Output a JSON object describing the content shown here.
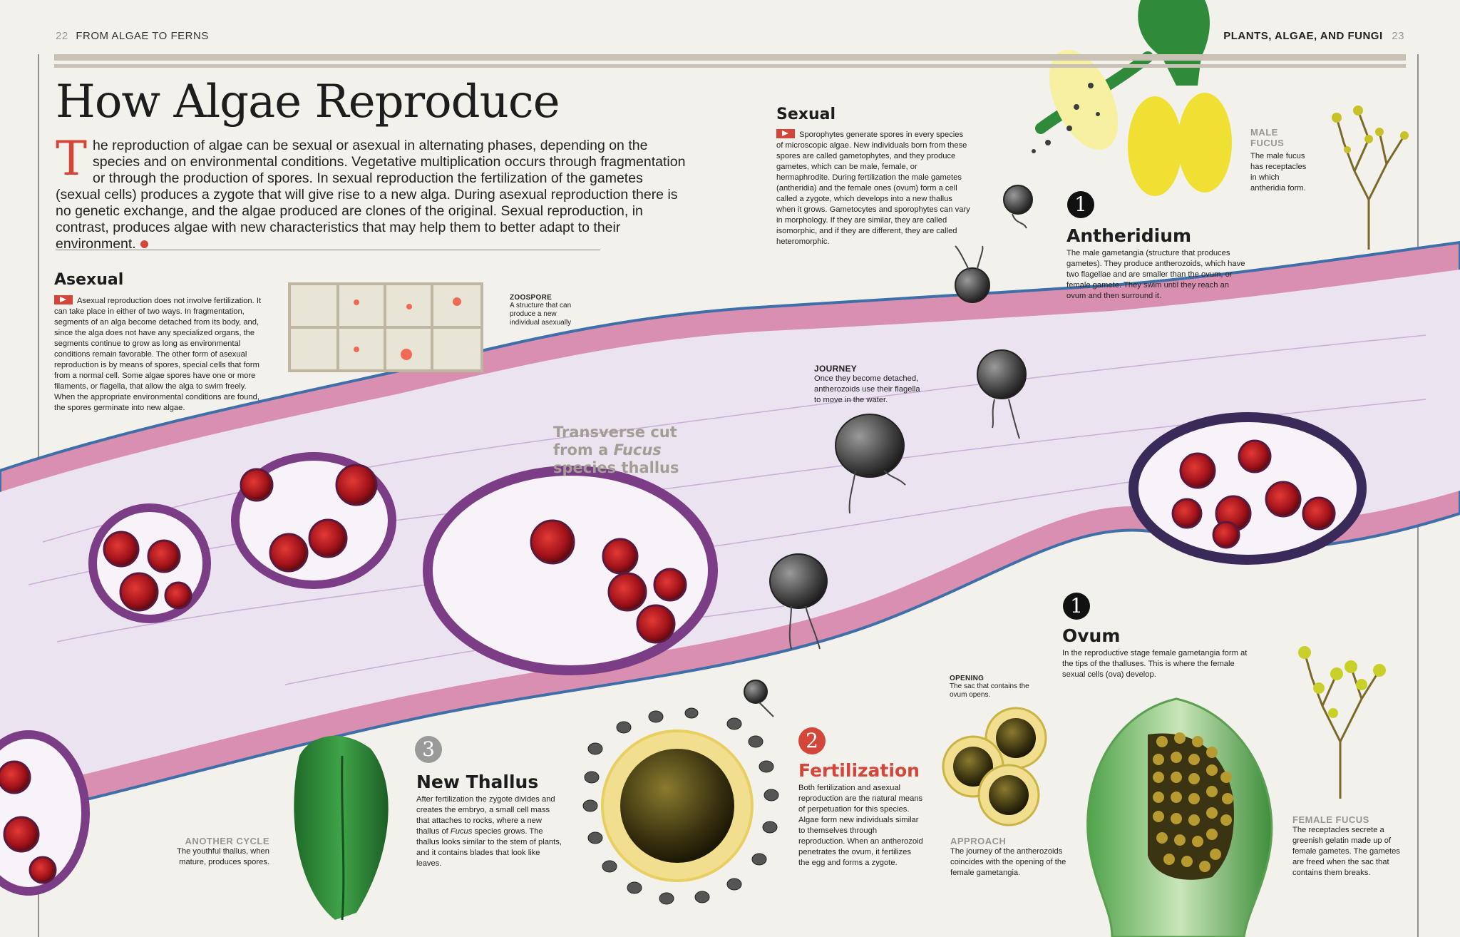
{
  "header": {
    "left_page": "22",
    "left_title": "FROM ALGAE TO FERNS",
    "right_title": "PLANTS, ALGAE, AND FUNGI",
    "right_page": "23"
  },
  "title": "How Algae Reproduce",
  "intro": {
    "dropcap": "T",
    "text": "he reproduction of algae can be sexual or asexual in alternating phases, depending on the species and on environmental conditions. Vegetative multiplication occurs through fragmentation or through the production of spores. In sexual reproduction the fertilization of the gametes (sexual cells) produces a zygote that will give rise to a new alga. During asexual reproduction there is no genetic exchange, and the algae produced are clones of the original. Sexual reproduction, in contrast, produces algae with new characteristics that may help them to better adapt to their environment."
  },
  "asexual": {
    "heading": "Asexual",
    "text": "Asexual reproduction does not involve fertilization. It can take place in either of two ways. In fragmentation, segments of an alga become detached from its body, and, since the alga does not have any specialized organs, the segments continue to grow as long as environmental conditions remain favorable. The other form of asexual reproduction is by means of spores, special cells that form from a normal cell. Some algae spores have one or more filaments, or flagella, that allow the alga to swim freely. When the appropriate environmental conditions are found, the spores germinate into new algae."
  },
  "zoospore": {
    "label": "ZOOSPORE",
    "text": "A structure that can produce a new individual asexually"
  },
  "sexual": {
    "heading": "Sexual",
    "text": "Sporophytes generate spores in every species of microscopic algae. New individuals born from these spores are called gametophytes, and they produce gametes, which can be male, female, or hermaphrodite. During fertilization the male gametes (antheridia) and the female ones (ovum) form a cell called a zygote, which develops into a new thallus when it grows. Gametocytes and sporophytes can vary in morphology. If they are similar, they are called isomorphic, and if they are different, they are called heteromorphic."
  },
  "journey": {
    "label": "JOURNEY",
    "text": "Once they become detached, antherozoids use their flagella to move in the water."
  },
  "cut_label": {
    "line1": "Transverse cut",
    "line2_prefix": "from a ",
    "line2_italic": "Fucus",
    "line3": "species thallus"
  },
  "antheridium": {
    "number": "1",
    "heading": "Antheridium",
    "text": "The male gametangia (structure that produces gametes). They produce antherozoids, which have two flagellae and are smaller than the ovum, or female gamete. They swim until they reach an ovum and then surround it."
  },
  "male_fucus": {
    "label_line1": "MALE",
    "label_line2": "FUCUS",
    "text": "The male fucus has receptacles in which antheridia form."
  },
  "ovum": {
    "number": "1",
    "heading": "Ovum",
    "text": "In the reproductive stage female gametangia form at the tips of the thalluses. This is where the female sexual cells (ova) develop."
  },
  "opening": {
    "label": "OPENING",
    "text": "The sac that contains the ovum opens."
  },
  "fertilization": {
    "number": "2",
    "heading": "Fertilization",
    "text": "Both fertilization and asexual reproduction are the natural means of perpetuation for this species. Algae form new individuals similar to themselves through reproduction. When an antherozoid penetrates the ovum, it fertilizes the egg and forms a zygote."
  },
  "new_thallus": {
    "number": "3",
    "heading": "New Thallus",
    "text_a": "After fertilization the zygote divides and creates the embryo, a small cell mass that attaches to rocks, where a new thallus of ",
    "text_italic": "Fucus",
    "text_b": " species grows. The thallus looks similar to the stem of plants, and it contains blades that look like leaves."
  },
  "another_cycle": {
    "label": "ANOTHER CYCLE",
    "text": "The youthful thallus, when mature, produces spores."
  },
  "approach": {
    "label": "APPROACH",
    "text": "The journey of the antherozoids coincides with the opening of the female gametangia."
  },
  "female_fucus": {
    "label": "FEMALE FUCUS",
    "text": "The receptacles secrete a greenish gelatin made up of female gametes. The gametes are freed when the sac that contains them breaks."
  },
  "colors": {
    "accent_red": "#d4453a",
    "thallus_pink": "#d98fb0",
    "thallus_inner": "#ece3f0",
    "cell_red": "#b2161d",
    "blue_edge": "#3f6fa8",
    "leaf_green": "#2f8a3a",
    "yellow": "#f1e04a"
  }
}
